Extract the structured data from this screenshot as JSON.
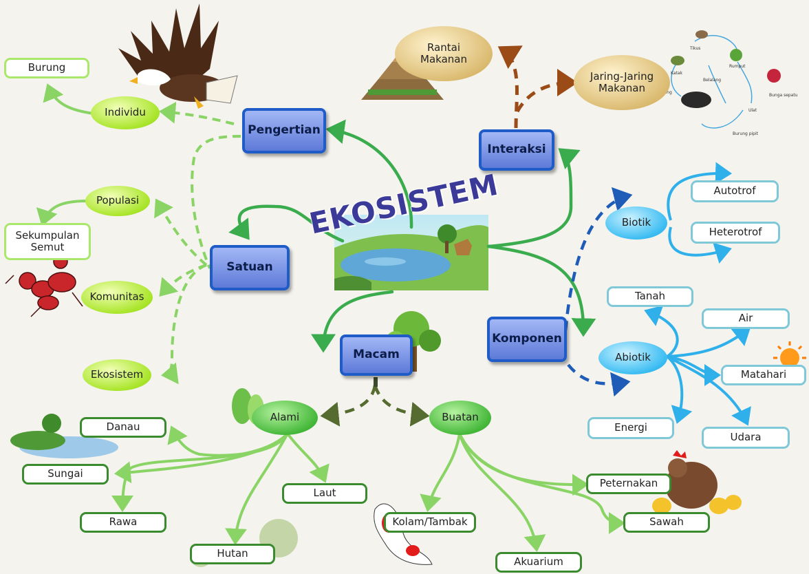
{
  "title": "EKOSISTEM",
  "colors": {
    "main_box": "#5d7ad8",
    "green_line": "#3aac4e",
    "light_green_line": "#8ad466",
    "blue_line": "#2fb0ea",
    "dark_blue_dash": "#1f5cb8",
    "brown_dash": "#9a4b16",
    "olive_dash": "#556b2f"
  },
  "main": {
    "pengertian": "Pengertian",
    "satuan": "Satuan",
    "macam": "Macam",
    "komponen": "Komponen",
    "interaksi": "Interaksi"
  },
  "satuan": {
    "individu": "Individu",
    "burung": "Burung",
    "populasi": "Populasi",
    "sekumpulan_semut": "Sekumpulan Semut",
    "komunitas": "Komunitas",
    "ekosistem": "Ekosistem"
  },
  "interaksi": {
    "rantai": "Rantai Makanan",
    "jaring": "Jaring-Jaring Makanan"
  },
  "komponen": {
    "biotik": "Biotik",
    "autotrof": "Autotrof",
    "heterotrof": "Heterotrof",
    "abiotik": "Abiotik",
    "tanah": "Tanah",
    "air": "Air",
    "matahari": "Matahari",
    "energi": "Energi",
    "udara": "Udara"
  },
  "macam": {
    "alami": "Alami",
    "buatan": "Buatan",
    "danau": "Danau",
    "sungai": "Sungai",
    "rawa": "Rawa",
    "hutan": "Hutan",
    "laut": "Laut",
    "kolam": "Kolam/Tambak",
    "akuarium": "Akuarium",
    "peternakan": "Peternakan",
    "sawah": "Sawah"
  },
  "food_web_labels": [
    "Tikus",
    "Rumput",
    "Belalang",
    "Katak",
    "Elang",
    "Ulat",
    "Bunga sepatu",
    "Burung pipit"
  ]
}
